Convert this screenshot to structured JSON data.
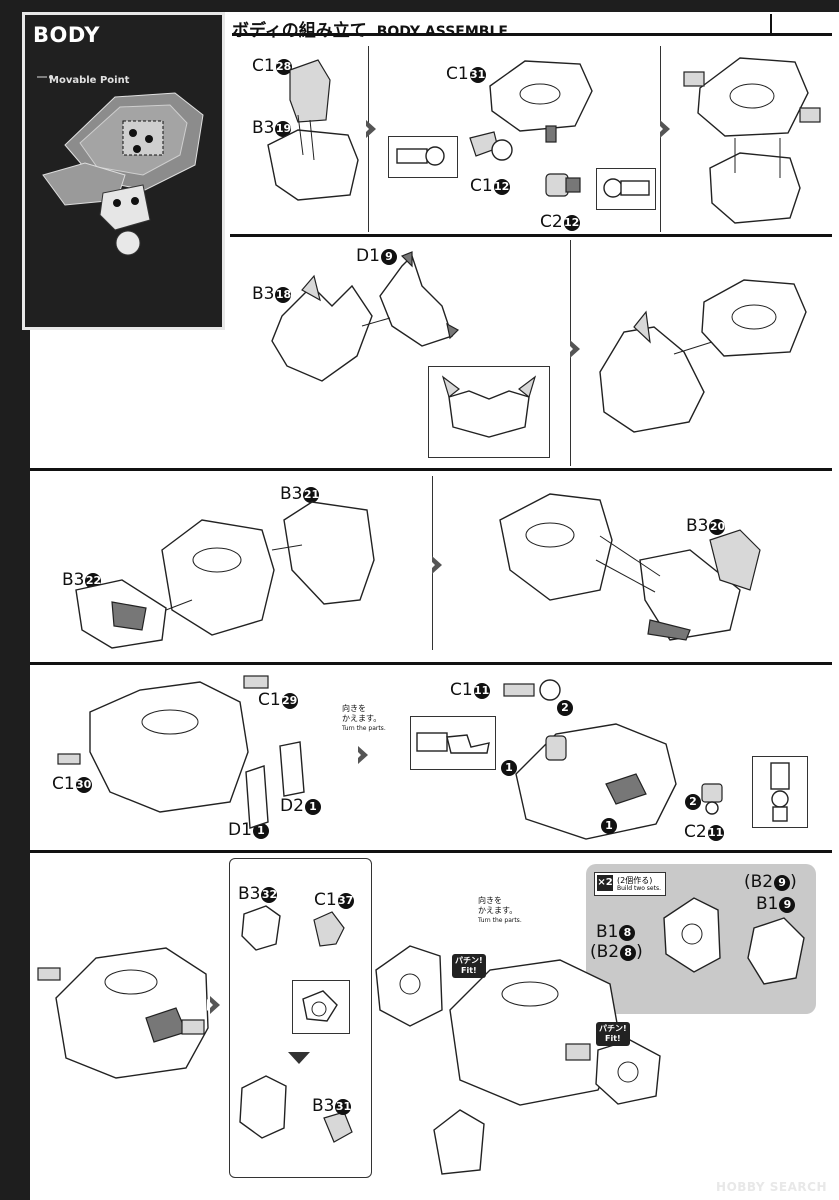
{
  "section_badge": "BODY",
  "movable_point": "Movable Point",
  "header": {
    "title_jp": "ボディの組み立て",
    "title_en": "BODY ASSEMBLE"
  },
  "step1": {
    "c1_28": {
      "prefix": "C1",
      "num": "28"
    },
    "b3_19": {
      "prefix": "B3",
      "num": "19"
    },
    "c1_31": {
      "prefix": "C1",
      "num": "31"
    },
    "c1_12": {
      "prefix": "C1",
      "num": "12"
    },
    "c2_12": {
      "prefix": "C2",
      "num": "12"
    }
  },
  "step2": {
    "d1_9": {
      "prefix": "D1",
      "num": "9"
    },
    "b3_18": {
      "prefix": "B3",
      "num": "18"
    }
  },
  "step3": {
    "b3_21": {
      "prefix": "B3",
      "num": "21"
    },
    "b3_22": {
      "prefix": "B3",
      "num": "22"
    },
    "b3_20": {
      "prefix": "B3",
      "num": "20"
    }
  },
  "step4": {
    "c1_29": {
      "prefix": "C1",
      "num": "29"
    },
    "c1_30": {
      "prefix": "C1",
      "num": "30"
    },
    "d2_1": {
      "prefix": "D2",
      "num": "1"
    },
    "d1_1": {
      "prefix": "D1",
      "num": "1"
    },
    "turn_note_jp1": "向きを",
    "turn_note_jp2": "かえます。",
    "turn_note_en": "Turn the parts.",
    "c1_11": {
      "prefix": "C1",
      "num": "11"
    },
    "c2_11": {
      "prefix": "C2",
      "num": "11"
    },
    "step_num_1": "1",
    "step_num_2": "2"
  },
  "step5": {
    "b3_32": {
      "prefix": "B3",
      "num": "32"
    },
    "c1_37": {
      "prefix": "C1",
      "num": "37"
    },
    "b3_31": {
      "prefix": "B3",
      "num": "31"
    },
    "turn_note_jp1": "向きを",
    "turn_note_jp2": "かえます。",
    "turn_note_en": "Turn the parts.",
    "x2_label": "×2",
    "x2_jp": "(2個作る)",
    "x2_en": "Build two sets.",
    "b2_9": {
      "prefix": "(B2",
      "num": "9",
      "suffix": ")"
    },
    "b1_9": {
      "prefix": "B1",
      "num": "9"
    },
    "b1_8": {
      "prefix": "B1",
      "num": "8"
    },
    "b2_8": {
      "prefix": "(B2",
      "num": "8",
      "suffix": ")"
    },
    "fit_jp": "パチン!",
    "fit_en": "Fit!"
  },
  "watermark": "HOBBY SEARCH"
}
